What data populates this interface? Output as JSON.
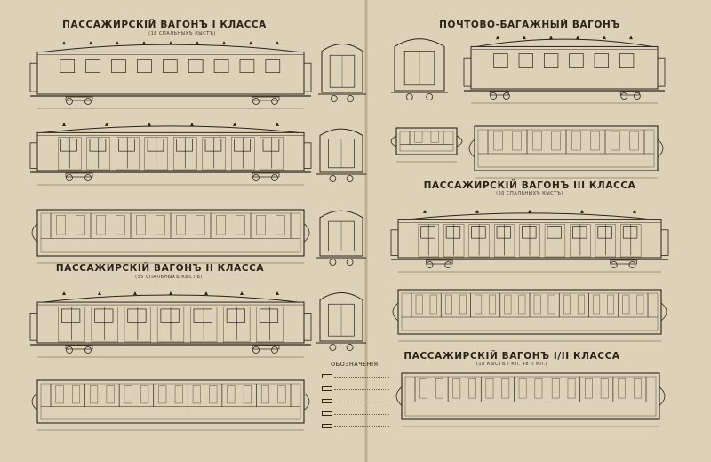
{
  "sheet": {
    "colors": {
      "paper": "#ddd2b8",
      "ink": "#2a2318",
      "ink_light": "#5a4f3c",
      "fold": "#bfae8c"
    }
  },
  "titles": {
    "class1": "ПАССАЖИРСКІЙ ВАГОНЪ I КЛАССА",
    "class1_sub": "(18 СПАЛЬНЫХЪ КЫСТЪ)",
    "class2": "ПАССАЖИРСКІЙ ВАГОНЪ II КЛАССА",
    "class2_sub": "(55 СПАЛЬНЫХЪ КЫСТЪ)",
    "mail": "ПОЧТОВО-БАГАЖНЫЙ ВАГОНЪ",
    "class3": "ПАССАЖИРСКІЙ ВАГОНЪ III КЛАССА",
    "class3_sub": "(50 СПАЛЬНЫХЪ КЫСТЪ)",
    "class12": "ПАССАЖИРСКІЙ ВАГОНЪ I/II КЛАССА",
    "class12_sub": "(18 КЫСТЪ I КЛ. 48 II КЛ.)"
  },
  "legend": {
    "title": "ОБОЗНАЧЕНІЯ",
    "icons": [
      "fill-hatch-icon",
      "fill-dot-icon",
      "fill-cross-icon",
      "fill-line-icon",
      "fill-blank-icon"
    ]
  }
}
